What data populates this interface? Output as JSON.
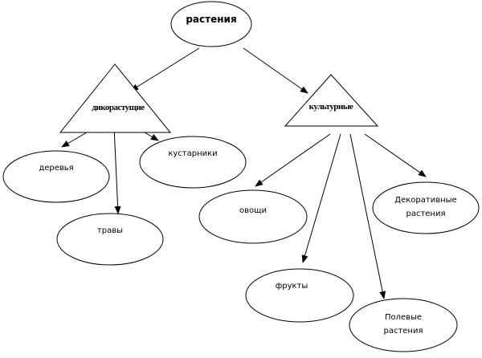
{
  "diagram": {
    "root": {
      "id": "plants",
      "label": "растения"
    },
    "categories": [
      {
        "id": "wild",
        "label": "дикорастущие"
      },
      {
        "id": "cultivated",
        "label": "культурные"
      }
    ],
    "leaves": [
      {
        "id": "trees",
        "parent": "wild",
        "lines": [
          "деревья"
        ]
      },
      {
        "id": "shrubs",
        "parent": "wild",
        "lines": [
          "кустарники"
        ]
      },
      {
        "id": "grasses",
        "parent": "wild",
        "lines": [
          "травы"
        ]
      },
      {
        "id": "vegetables",
        "parent": "cultivated",
        "lines": [
          "овощи"
        ]
      },
      {
        "id": "fruits",
        "parent": "cultivated",
        "lines": [
          "фрукты"
        ]
      },
      {
        "id": "field",
        "parent": "cultivated",
        "lines": [
          "Полевые",
          "растения"
        ]
      },
      {
        "id": "decorative",
        "parent": "cultivated",
        "lines": [
          "Декоративные",
          "растения"
        ]
      }
    ],
    "edges": [
      [
        "plants",
        "wild"
      ],
      [
        "plants",
        "cultivated"
      ],
      [
        "wild",
        "trees"
      ],
      [
        "wild",
        "grasses"
      ],
      [
        "wild",
        "shrubs"
      ],
      [
        "cultivated",
        "vegetables"
      ],
      [
        "cultivated",
        "fruits"
      ],
      [
        "cultivated",
        "field"
      ],
      [
        "cultivated",
        "decorative"
      ]
    ]
  }
}
